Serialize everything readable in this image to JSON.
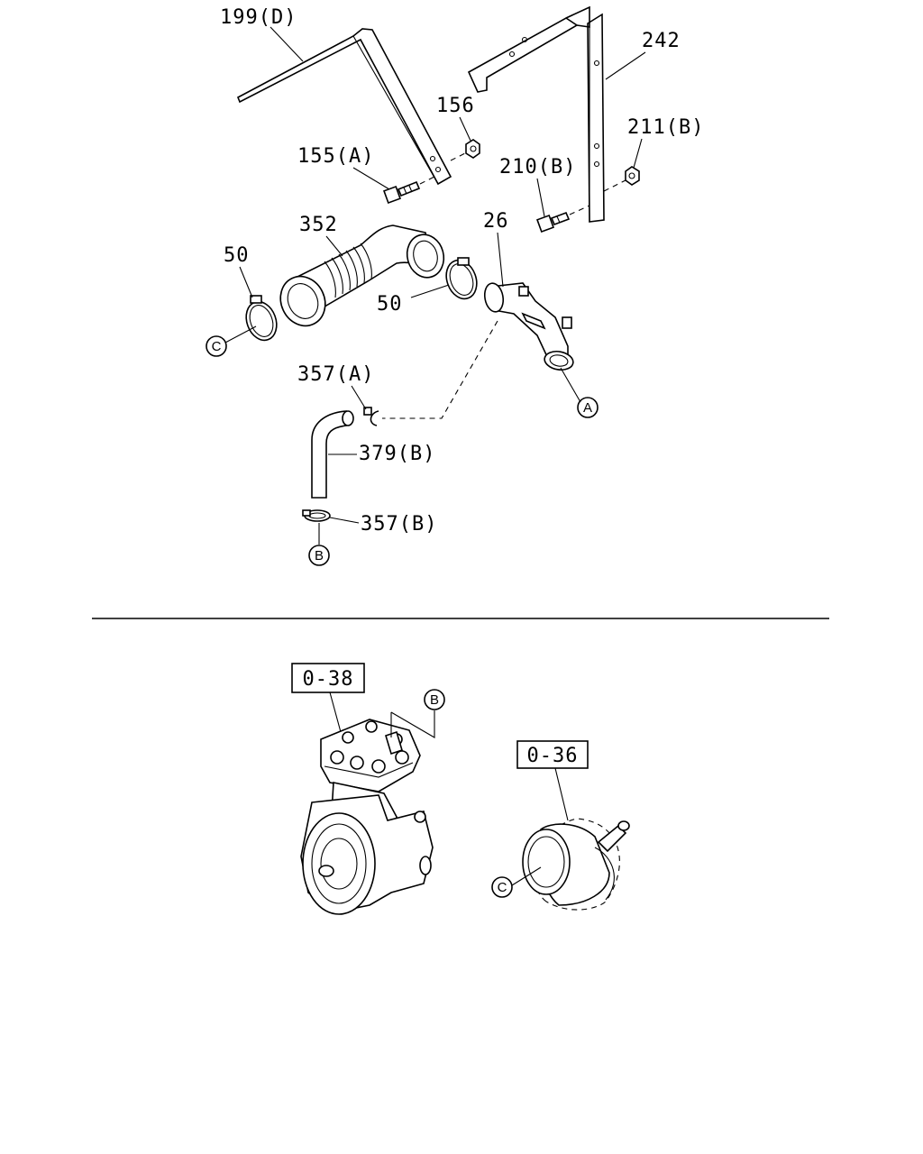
{
  "labels": {
    "l199": "199(D)",
    "l242": "242",
    "l156": "156",
    "l211": "211(B)",
    "l155": "155(A)",
    "l210": "210(B)",
    "l352": "352",
    "l50a": "50",
    "l26": "26",
    "l50b": "50",
    "l357a": "357(A)",
    "l379": "379(B)",
    "l357b": "357(B)",
    "ref038": "0-38",
    "ref036": "0-36"
  },
  "callouts": {
    "A": "A",
    "B": "B",
    "C": "C",
    "B2": "B",
    "C2": "C"
  }
}
